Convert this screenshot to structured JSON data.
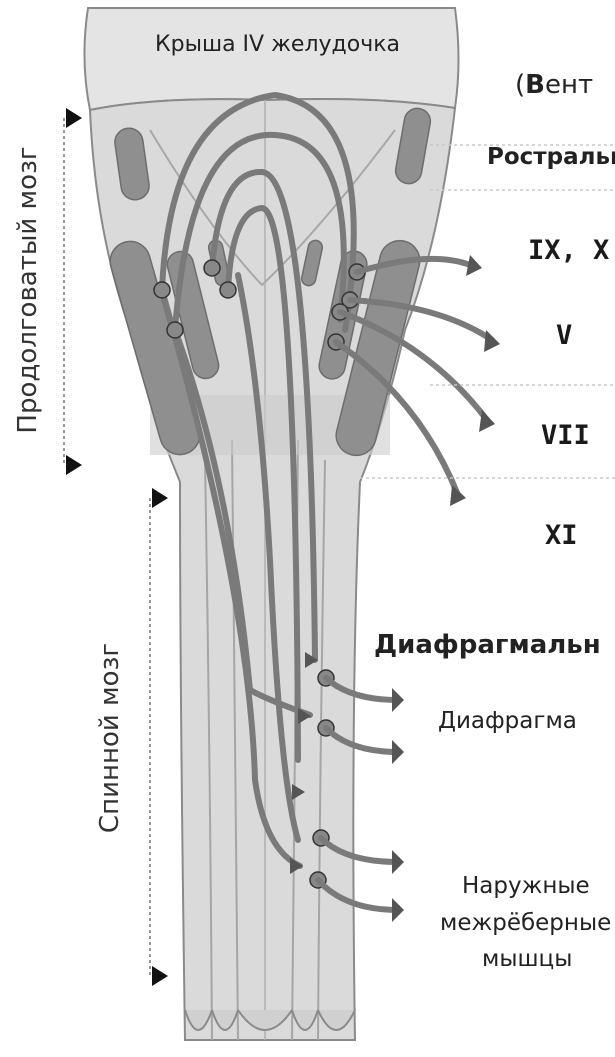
{
  "labels": {
    "roof": "Крыша IV желудочка",
    "ventral_prefix": "(",
    "ventral_bold": "В",
    "ventral_rest": "ент",
    "rostral": "Ростральн",
    "n_ix_x": "IX, X",
    "n_v": "V",
    "n_vii": "VII",
    "n_xi": "XI",
    "phrenic": "Диафрагмальн",
    "diaphragm": "Диафрагма",
    "intercostal_1": "Наружные",
    "intercostal_2": "межрёберные",
    "intercostal_3": "мышцы",
    "medulla": "Продолговатый мозг",
    "spinal": "Спинной мозг"
  },
  "colors": {
    "tissue": "#d9d9d9",
    "tissue_dark": "#c9c9c9",
    "nucleus": "#8c8c8c",
    "pathway": "#7a7a7a",
    "outline": "#8a8a8a",
    "marker": "#111111"
  }
}
